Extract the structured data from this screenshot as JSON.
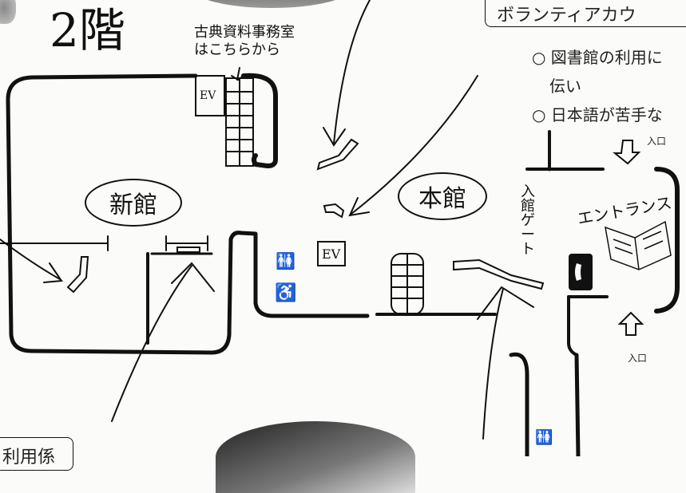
{
  "floor_label": "2階",
  "archive_note": {
    "line1": "古典資料事務室",
    "line2": "はこちらから"
  },
  "shinkan_label": "新館",
  "honkan_label": "本館",
  "ev_label": "EV",
  "entrance_label": "エントランス",
  "gate_label": {
    "line1": "入",
    "line2": "館",
    "line3": "ゲ",
    "line4": "ー",
    "line5": "ト"
  },
  "entrance_arrow_label_top": "入口",
  "entrance_arrow_label_right": "入口",
  "volunteer_header": "ボランティアカウ",
  "bullets": [
    "○ 図書館の利用に",
    "伝い",
    "○ 日本語が苦手な"
  ],
  "bottom_left_label": "利用係"
}
